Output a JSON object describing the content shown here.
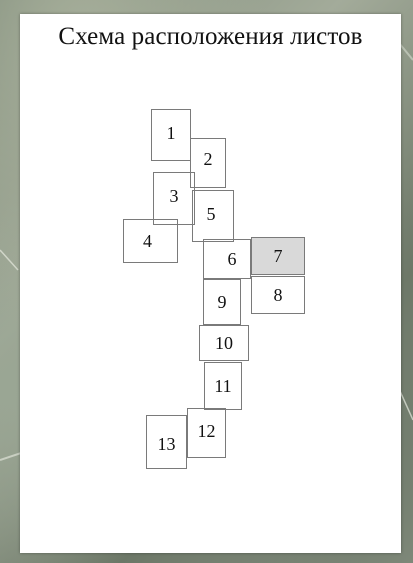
{
  "title": "Схема расположения листов",
  "colors": {
    "highlight_sheet": "#d9d9d9",
    "panel": "#ffffff"
  },
  "sheets": [
    {
      "number": "1"
    },
    {
      "number": "2"
    },
    {
      "number": "3"
    },
    {
      "number": "4"
    },
    {
      "number": "5"
    },
    {
      "number": "6"
    },
    {
      "number": "7",
      "highlighted": true
    },
    {
      "number": "8"
    },
    {
      "number": "9"
    },
    {
      "number": "10"
    },
    {
      "number": "11"
    },
    {
      "number": "12"
    },
    {
      "number": "13"
    }
  ]
}
